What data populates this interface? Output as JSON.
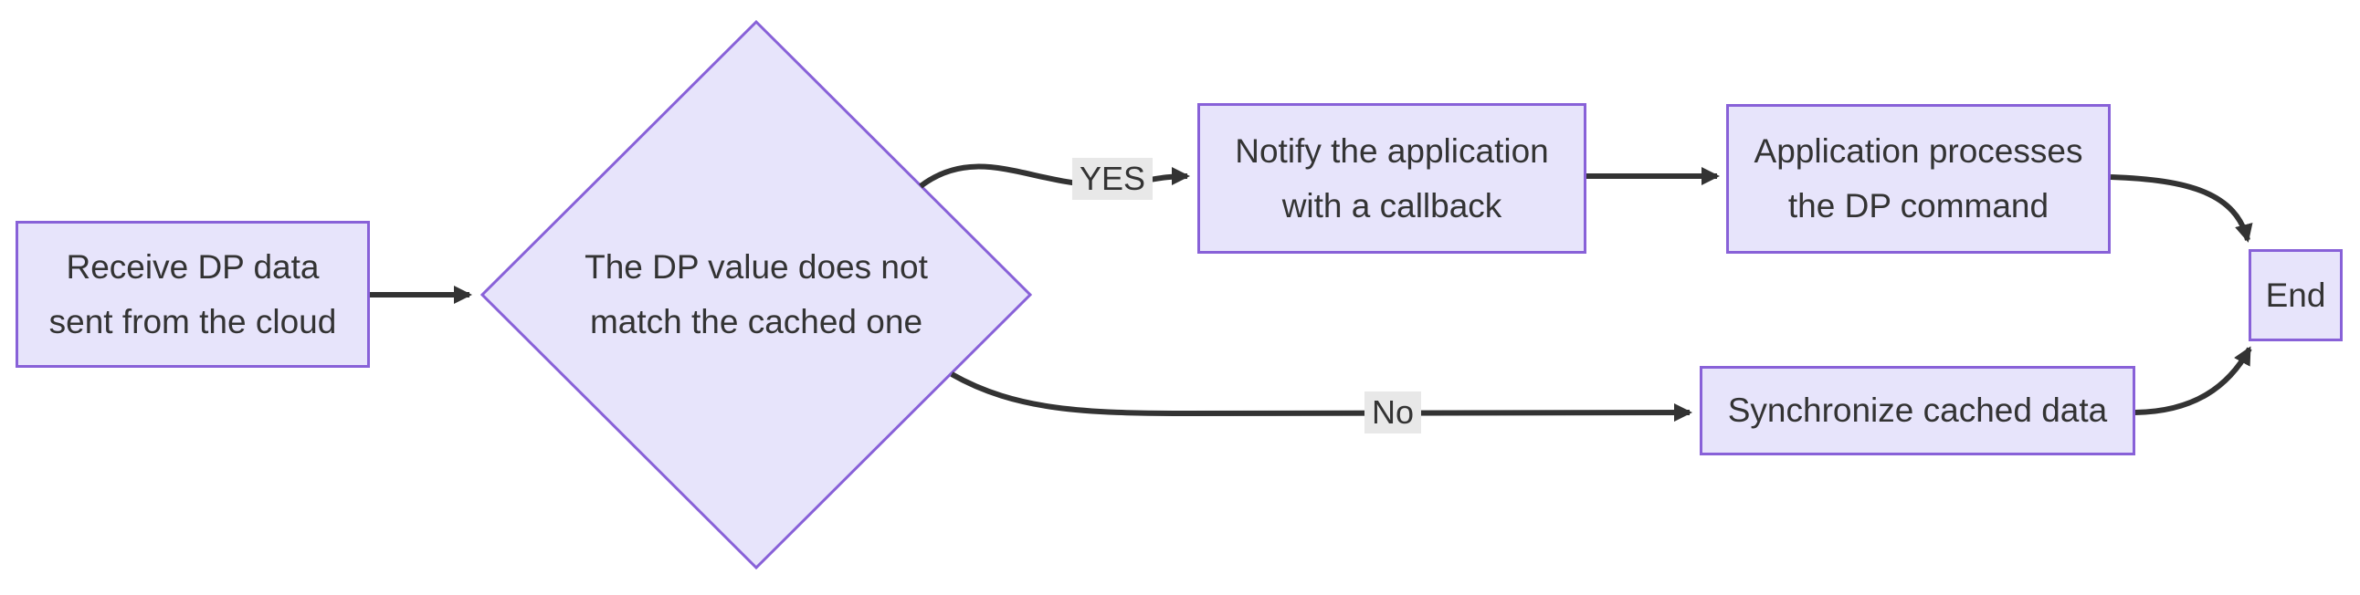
{
  "diagram": {
    "type": "flowchart",
    "direction": "left-to-right",
    "colors": {
      "node_fill": "#E7E4FB",
      "node_border": "#8861D8",
      "text": "#333333",
      "edge_line": "#333333",
      "edge_label_background": "#E8E8E8"
    },
    "nodes": {
      "start": {
        "shape": "rectangle",
        "label": "Receive DP data sent from the cloud",
        "line1": "Receive DP data",
        "line2": "sent from the cloud"
      },
      "decision": {
        "shape": "diamond",
        "label": "The DP value does not match the cached one",
        "line1": "The DP value does not",
        "line2": "match the cached one"
      },
      "notify": {
        "shape": "rectangle",
        "label": "Notify the application with a callback",
        "line1": "Notify the application",
        "line2": "with a callback"
      },
      "process": {
        "shape": "rectangle",
        "label": "Application processes the DP command",
        "line1": "Application processes",
        "line2": "the DP command"
      },
      "sync": {
        "shape": "rectangle",
        "label": "Synchronize cached data"
      },
      "end": {
        "shape": "rectangle",
        "label": "End"
      }
    },
    "edge_labels": {
      "yes": "YES",
      "no": "No"
    },
    "edges": [
      {
        "from": "start",
        "to": "decision",
        "label": ""
      },
      {
        "from": "decision",
        "to": "notify",
        "label": "YES"
      },
      {
        "from": "notify",
        "to": "process",
        "label": ""
      },
      {
        "from": "process",
        "to": "end",
        "label": ""
      },
      {
        "from": "decision",
        "to": "sync",
        "label": "No"
      },
      {
        "from": "sync",
        "to": "end",
        "label": ""
      }
    ]
  }
}
